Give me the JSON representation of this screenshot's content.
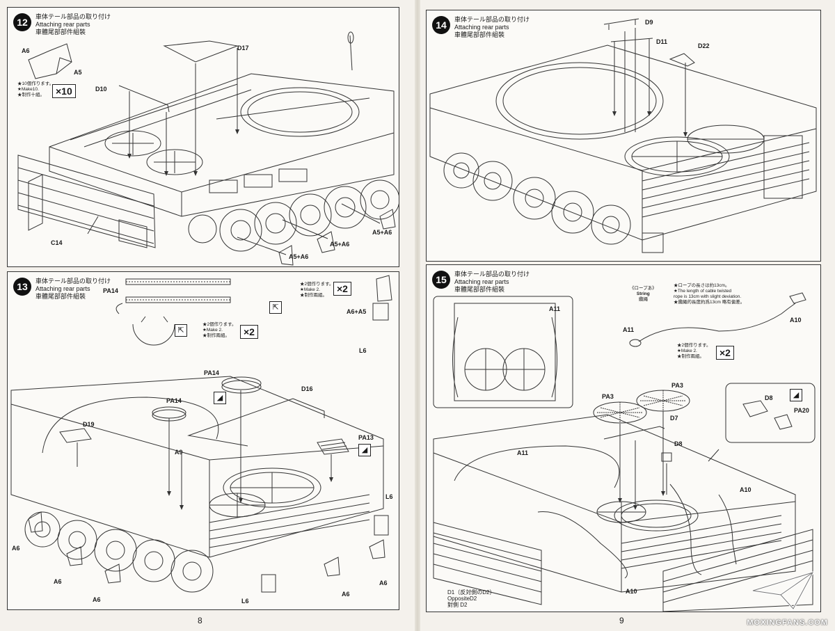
{
  "common": {
    "title_ja": "車体テール部品の取り付け",
    "title_en": "Attaching rear parts",
    "title_zh": "車體尾部部件組裝"
  },
  "step12": {
    "number": "12",
    "note": [
      "★10個作ります。",
      "★Make10.",
      "★制作十組。"
    ],
    "multiplier": "×10",
    "labels": {
      "a6": "A6",
      "a5": "A5",
      "d10": "D10",
      "d17": "D17",
      "c14": "C14",
      "a5a6_1": "A5+A6",
      "a5a6_2": "A5+A6",
      "a5a6_3": "A5+A6"
    }
  },
  "step13": {
    "number": "13",
    "note_a": [
      "★2個作ります。",
      "★Make 2.",
      "★制作兩組。"
    ],
    "note_b": [
      "★2個作ります。",
      "★Make 2.",
      "★制作兩組。"
    ],
    "multiplier_a": "×2",
    "multiplier_b": "×2",
    "labels": {
      "pa14_top": "PA14",
      "a6a5": "A6+A5",
      "l6_top": "L6",
      "pa14_a": "PA14",
      "pa14_b": "PA14",
      "d16": "D16",
      "d19": "D19",
      "pa13": "PA13",
      "a9": "A9",
      "l6_right": "L6",
      "a6_1": "A6",
      "a6_2": "A6",
      "a6_3": "A6",
      "a6_4": "A6",
      "a6_5": "A6",
      "l6_bottom": "L6"
    }
  },
  "step14": {
    "number": "14",
    "labels": {
      "d9": "D9",
      "d11": "D11",
      "d22": "D22"
    }
  },
  "step15": {
    "number": "15",
    "string_label": {
      "ja": "《ロープあ》",
      "en": "String",
      "zh": "纜繩"
    },
    "string_note": [
      "★ロープの長さは約13cm。",
      "★The length of cable twisted",
      "rope is 13cm with slight deviation.",
      "★纜繩的長度約爲13cm 略有偏差。"
    ],
    "note": [
      "★2個作ります。",
      "★Make 2.",
      "★制作兩組。"
    ],
    "multiplier": "×2",
    "labels": {
      "a10_top": "A10",
      "a11_top": "A11",
      "a11_inset": "A11",
      "pa3_a": "PA3",
      "pa3_b": "PA3",
      "d7": "D7",
      "d8_inset": "D8",
      "pa20": "PA20",
      "d8": "D8",
      "a11_mid": "A11",
      "a10_right": "A10",
      "a10_bottom": "A10",
      "d1": "D1（反対側のD2）",
      "d1_en": "OppositeD2",
      "d1_zh": "對側 D2"
    }
  },
  "pages": {
    "left": "8",
    "right": "9"
  },
  "watermark": "MOXINGFANS.COM"
}
